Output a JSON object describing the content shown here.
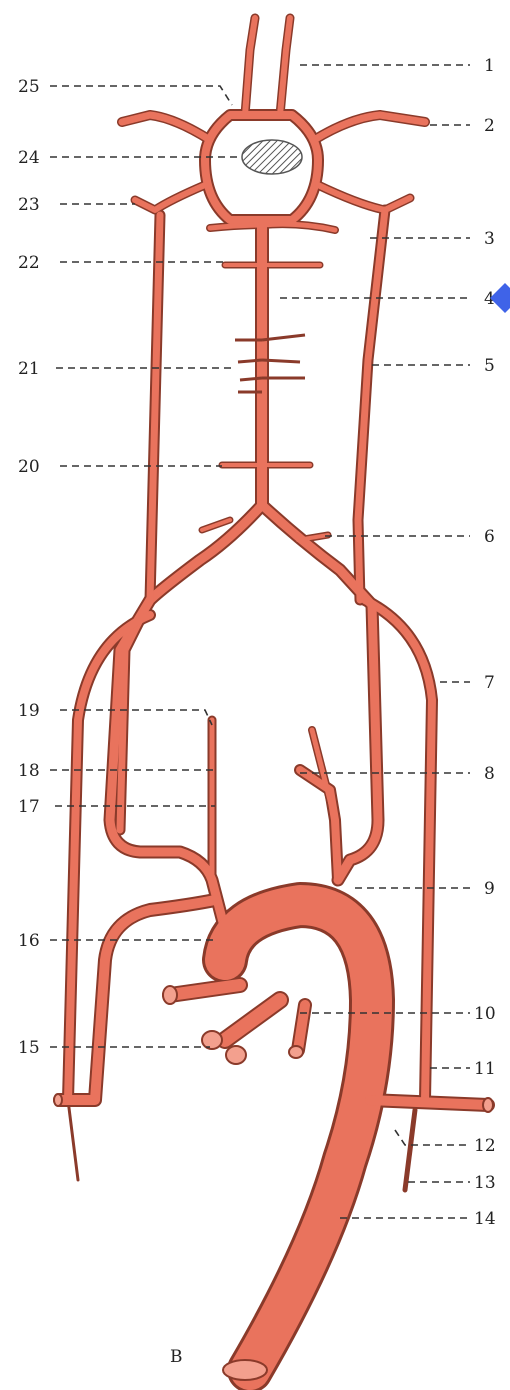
{
  "figure": {
    "panel_letter": "B",
    "colors": {
      "artery_fill": "#e9735d",
      "artery_outline": "#8a3a2a",
      "artery_highlight": "#f3a08e",
      "lead_line": "#333333",
      "pituitary_hatch": "#555555",
      "accent_marker": "#3f63e8"
    }
  },
  "labels": {
    "right": [
      {
        "num": "1"
      },
      {
        "num": "2"
      },
      {
        "num": "3"
      },
      {
        "num": "4"
      },
      {
        "num": "5"
      },
      {
        "num": "6"
      },
      {
        "num": "7"
      },
      {
        "num": "8"
      },
      {
        "num": "9"
      },
      {
        "num": "10"
      },
      {
        "num": "11"
      },
      {
        "num": "12"
      },
      {
        "num": "13"
      },
      {
        "num": "14"
      }
    ],
    "left": [
      {
        "num": "25"
      },
      {
        "num": "24"
      },
      {
        "num": "23"
      },
      {
        "num": "22"
      },
      {
        "num": "21"
      },
      {
        "num": "20"
      },
      {
        "num": "19"
      },
      {
        "num": "18"
      },
      {
        "num": "17"
      },
      {
        "num": "16"
      },
      {
        "num": "15"
      }
    ]
  },
  "icons": {
    "marker": "diamond-marker-icon"
  }
}
